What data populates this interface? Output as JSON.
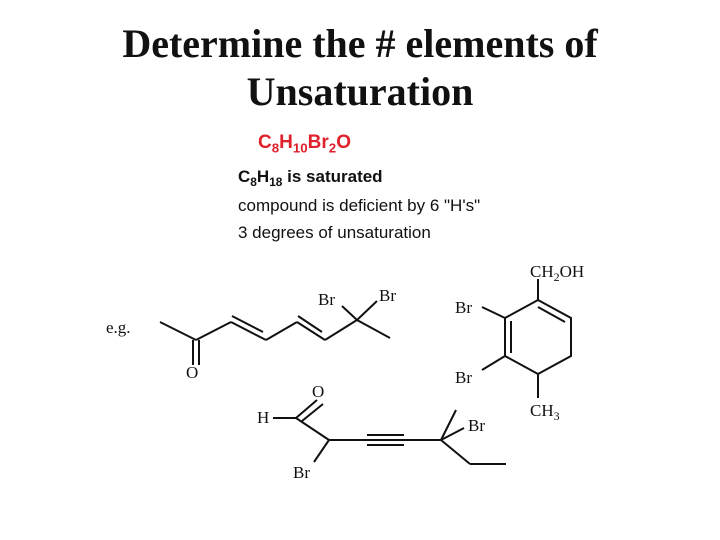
{
  "slide": {
    "title_line1": "Determine the # elements of",
    "title_line2": "Unsaturation"
  },
  "formula": {
    "main": {
      "c": "C",
      "c_sub": "8",
      "h": "H",
      "h_sub": "10",
      "br": "Br",
      "br_sub": "2",
      "o": "O",
      "color": "#e0202a"
    },
    "saturated": {
      "c": "C",
      "c_sub": "8",
      "h": "H",
      "h_sub": "18",
      "text": " is saturated"
    }
  },
  "notes": {
    "deficient": "compound is deficient by 6 \"H's\"",
    "degrees": "3 degrees of unsaturation"
  },
  "example_label": "e.g.",
  "atom_labels": {
    "o_ketone": "O",
    "br1": "Br",
    "br2": "Br",
    "ring_br_top": "Br",
    "ring_br_bottom": "Br",
    "ch2oh_main": "CH",
    "ch2oh_sub": "2",
    "ch2oh_tail": "OH",
    "ch3_main": "CH",
    "ch3_sub": "3",
    "aldehyde_o": "O",
    "aldehyde_h": "H",
    "alkyne_br": "Br",
    "alpha_br": "Br"
  }
}
